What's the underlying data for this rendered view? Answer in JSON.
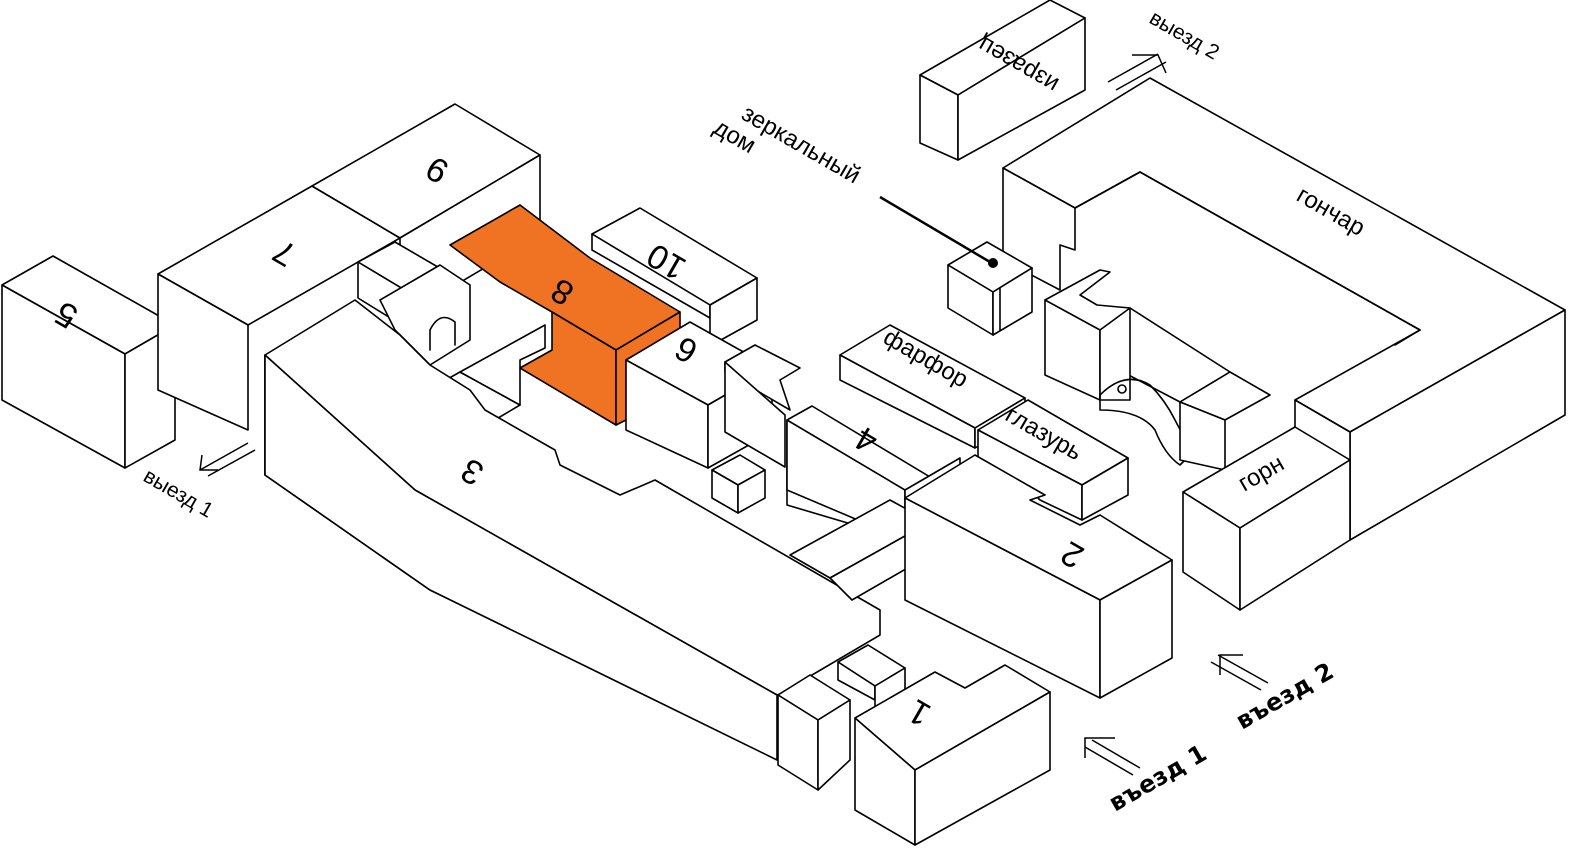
{
  "map": {
    "highlight_color": "#f07323",
    "highlighted_building": "8",
    "buildings": [
      {
        "id": "1",
        "label": "1"
      },
      {
        "id": "2",
        "label": "2"
      },
      {
        "id": "3",
        "label": "3"
      },
      {
        "id": "4",
        "label": "4"
      },
      {
        "id": "5",
        "label": "5"
      },
      {
        "id": "6",
        "label": "6"
      },
      {
        "id": "7",
        "label": "7"
      },
      {
        "id": "8",
        "label": "8"
      },
      {
        "id": "9",
        "label": "9"
      },
      {
        "id": "10",
        "label": "10"
      }
    ],
    "named_buildings": {
      "izrazets": "изразец",
      "gonchar": "гончар",
      "farfor": "фарфор",
      "glazur": "глазурь",
      "gorn": "горн"
    },
    "callout": {
      "line1": "зеркальный",
      "line2": "дом"
    },
    "exits": {
      "exit1": "выезд 1",
      "exit2": "выезд 2"
    },
    "entrances": {
      "entry1": "въезд 1",
      "entry2": "въезд 2"
    }
  }
}
